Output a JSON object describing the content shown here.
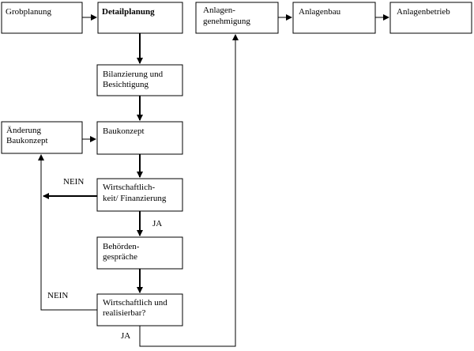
{
  "nodes": {
    "grobplanung": "Grobplanung",
    "detailplanung": "Detailplanung",
    "anlagengenehmigung_1": "Anlagen-",
    "anlagengenehmigung_2": "genehmigung",
    "anlagenbau": "Anlagenbau",
    "anlagenbetrieb": "Anlagenbetrieb",
    "bilanzierung_1": "Bilanzierung und",
    "bilanzierung_2": "Besichtigung",
    "aenderung_1": "Änderung",
    "aenderung_2": "Baukonzept",
    "baukonzept": "Baukonzept",
    "wirtschaftlichkeit_1": "Wirtschaftlich-",
    "wirtschaftlichkeit_2": "keit/ Finanzierung",
    "behoerden_1": "Behörden-",
    "behoerden_2": "gespräche",
    "realisierbar_1": "Wirtschaftlich und",
    "realisierbar_2": "realisierbar?"
  },
  "edges": {
    "nein_1": "NEIN",
    "ja_1": "JA",
    "nein_2": "NEIN",
    "ja_2": "JA"
  }
}
